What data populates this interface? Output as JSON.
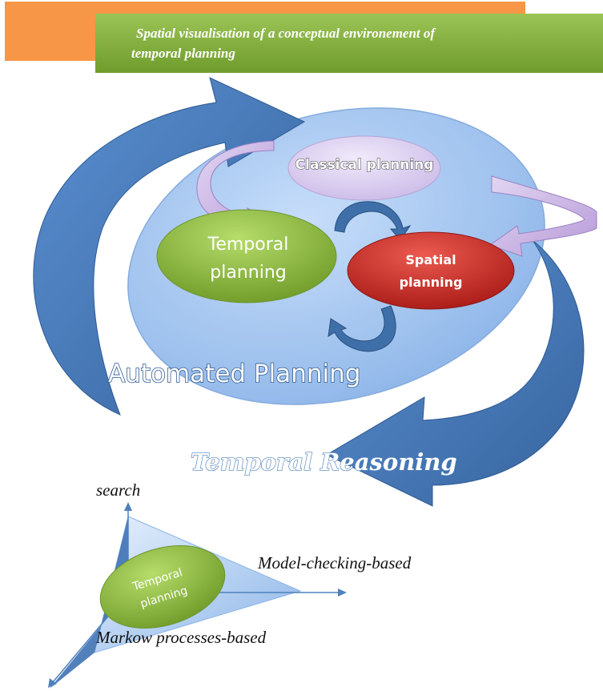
{
  "header": {
    "title_line1": "Spatial visualisation of a conceptual environement of",
    "title_line2": "temporal planning",
    "orange_color": "#f79646",
    "green_color": "#7eaa3a"
  },
  "diagram": {
    "classical_label": "Classical planning",
    "temporal_label_line1": "Temporal",
    "temporal_label_line2": "planning",
    "spatial_label_line1": "Spatial",
    "spatial_label_line2": "planning",
    "automated_label": "Automated Planning",
    "temporal_reasoning_label": "Temporal Reasoning",
    "colors": {
      "big_ellipse": "#9dc3f2",
      "big_arrow": "#4f81bd",
      "temporal_node": "#8fbe3c",
      "spatial_node": "#cf2b25",
      "classical_node": "#dcd0ef",
      "purple_arrow": "#c7b0e0"
    }
  },
  "axes": {
    "search_label": "search",
    "model_checking_label": "Model-checking-based",
    "markow_label": "Markow processes-based",
    "center_label_line1": "Temporal",
    "center_label_line2": "planning",
    "axis_color": "#4f81bd"
  }
}
